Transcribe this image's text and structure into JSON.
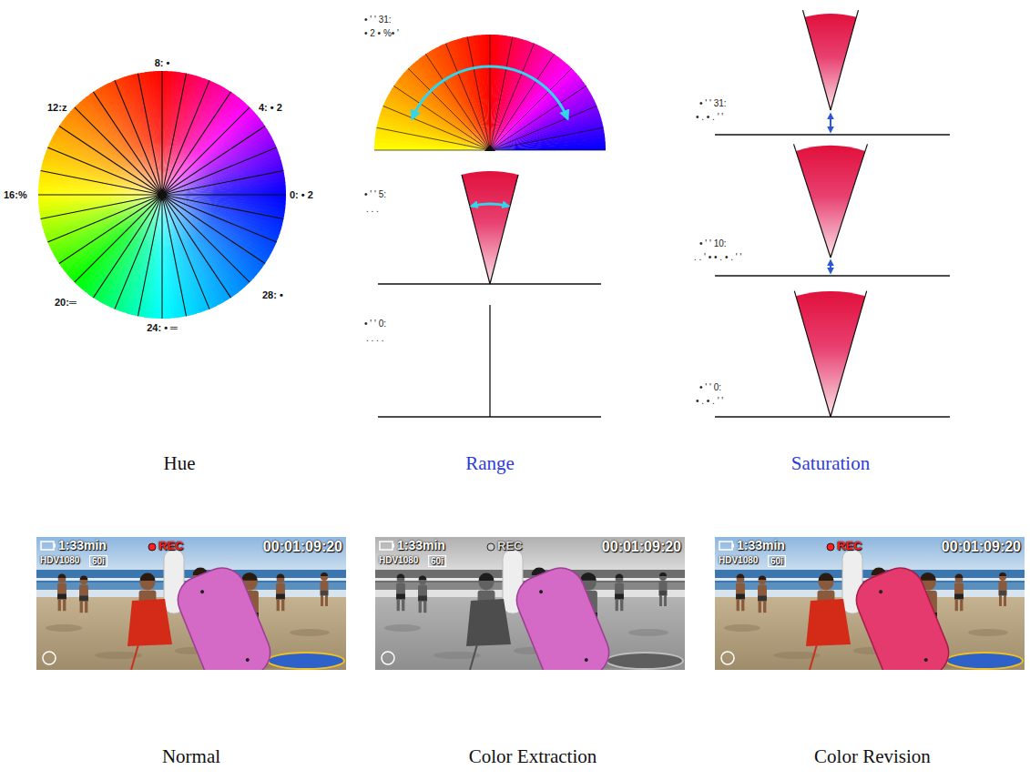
{
  "diagram": {
    "labels": [
      "8: •",
      "12:z",
      "4: • 2",
      "16:%",
      "0: • 2",
      "20:═",
      "28: •",
      "24: • ═",
      "• ' ' 31:",
      "• 2 • %• '",
      "• ' ' 5:",
      ". . .",
      "• ' ' 0:",
      ". . . .",
      "• ' ' 31:",
      "• . • . ' '",
      "• ' ' 10:",
      ". . ' • • . • . ' '",
      "• ' ' 0:",
      "• . • . ' '",
      "Hue",
      "Range",
      "Saturation",
      "1:33min",
      "REC",
      "00:01:09:20",
      "HDV1080",
      "60i",
      "1:33min",
      "REC",
      "00:01:09:20",
      "HDV1080",
      "60i",
      "1:33min",
      "REC",
      "00:01:09:20",
      "HDV1080",
      "60i",
      "Normal",
      "Color Extraction",
      "Color Revision"
    ]
  }
}
